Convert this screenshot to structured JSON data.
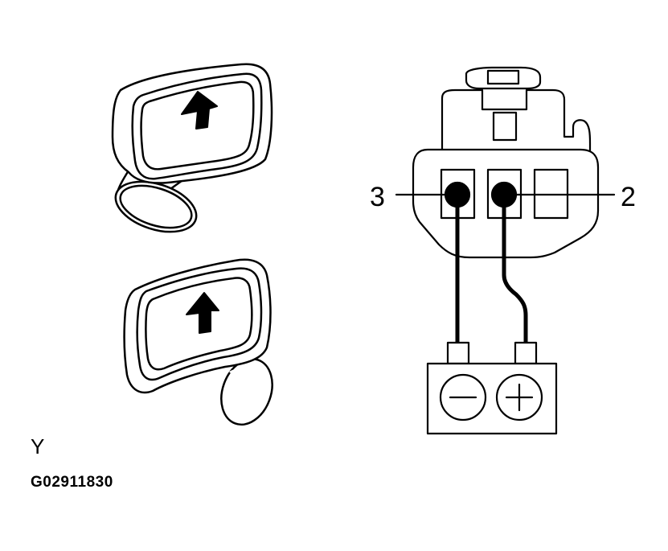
{
  "terminals": {
    "left_label": "3",
    "right_label": "2"
  },
  "battery": {
    "negative_symbol": "−",
    "positive_symbol": "+"
  },
  "view_label": "Y",
  "figure_code": "G02911830",
  "colors": {
    "line": "#000000",
    "background": "#ffffff"
  }
}
